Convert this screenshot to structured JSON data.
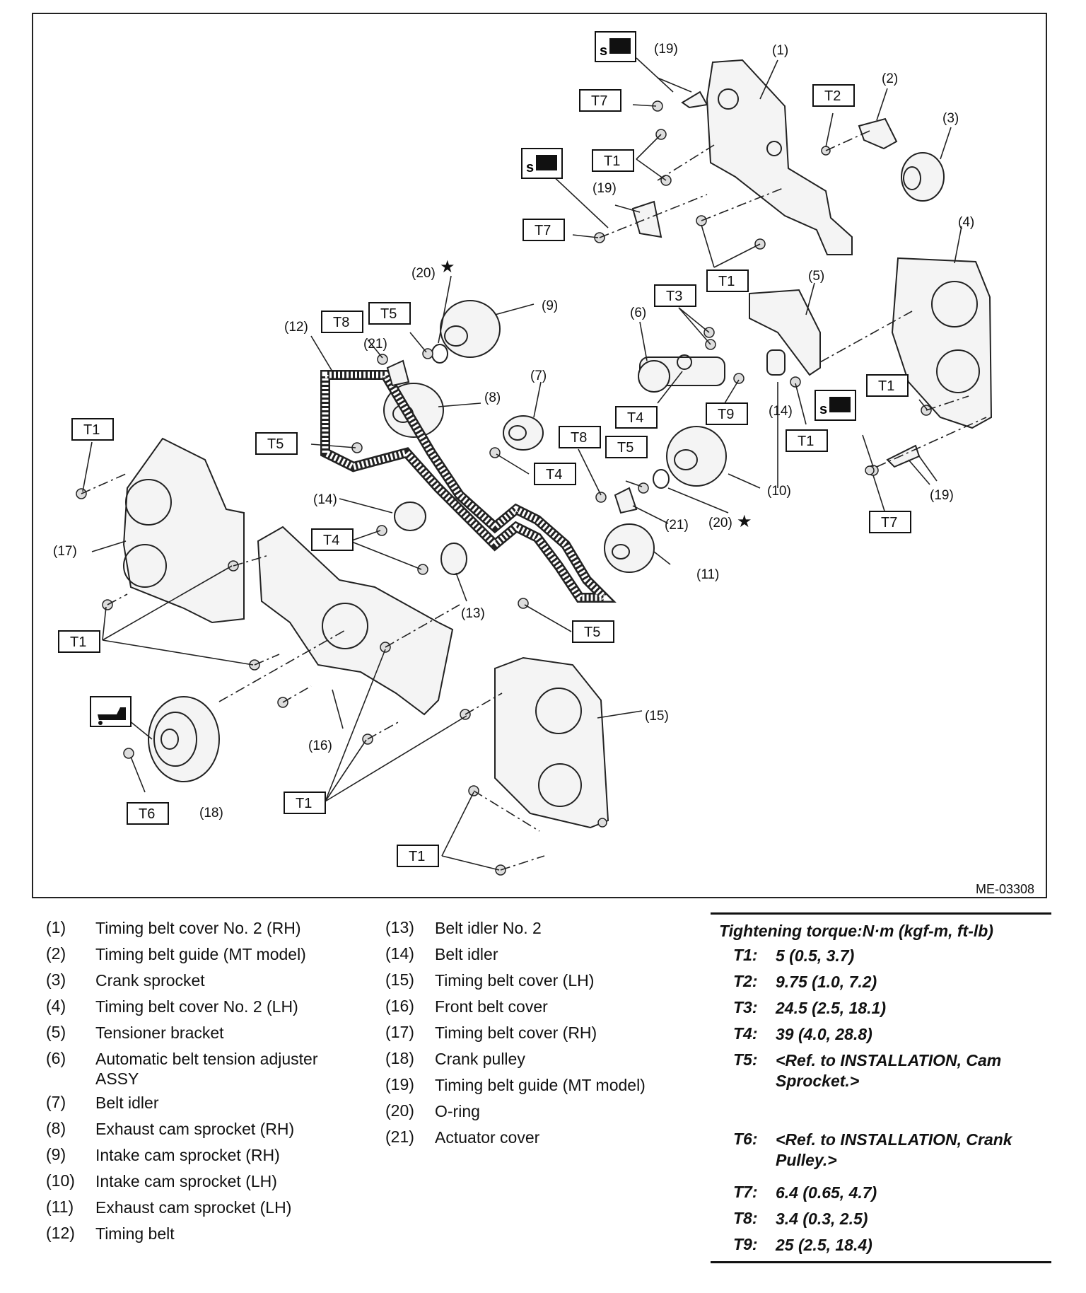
{
  "diagram": {
    "code": "ME-03308",
    "torque_tags": {
      "t1": "T1",
      "t2": "T2",
      "t3": "T3",
      "t4": "T4",
      "t5": "T5",
      "t6": "T6",
      "t7": "T7",
      "t8": "T8",
      "t9": "T9"
    },
    "callouts": {
      "c1": "(1)",
      "c2": "(2)",
      "c3": "(3)",
      "c4": "(4)",
      "c5": "(5)",
      "c6": "(6)",
      "c7": "(7)",
      "c8": "(8)",
      "c9": "(9)",
      "c10": "(10)",
      "c11": "(11)",
      "c12": "(12)",
      "c13": "(13)",
      "c14": "(14)",
      "c15": "(15)",
      "c16": "(16)",
      "c17": "(17)",
      "c18": "(18)",
      "c19": "(19)",
      "c20": "(20)",
      "c21": "(21)"
    },
    "star": "★"
  },
  "legend": [
    {
      "n": "(1)",
      "t": "Timing belt cover No. 2 (RH)"
    },
    {
      "n": "(2)",
      "t": "Timing belt guide (MT model)"
    },
    {
      "n": "(3)",
      "t": "Crank sprocket"
    },
    {
      "n": "(4)",
      "t": "Timing belt cover No. 2 (LH)"
    },
    {
      "n": "(5)",
      "t": "Tensioner bracket"
    },
    {
      "n": "(6)",
      "t": "Automatic belt tension adjuster ASSY"
    },
    {
      "n": "(7)",
      "t": "Belt idler"
    },
    {
      "n": "(8)",
      "t": "Exhaust cam sprocket (RH)"
    },
    {
      "n": "(9)",
      "t": "Intake cam sprocket (RH)"
    },
    {
      "n": "(10)",
      "t": "Intake cam sprocket (LH)"
    },
    {
      "n": "(11)",
      "t": "Exhaust cam sprocket (LH)"
    },
    {
      "n": "(12)",
      "t": "Timing belt"
    },
    {
      "n": "(13)",
      "t": "Belt idler No. 2"
    },
    {
      "n": "(14)",
      "t": "Belt idler"
    },
    {
      "n": "(15)",
      "t": "Timing belt cover (LH)"
    },
    {
      "n": "(16)",
      "t": "Front belt cover"
    },
    {
      "n": "(17)",
      "t": "Timing belt cover (RH)"
    },
    {
      "n": "(18)",
      "t": "Crank pulley"
    },
    {
      "n": "(19)",
      "t": "Timing belt guide (MT model)"
    },
    {
      "n": "(20)",
      "t": "O-ring"
    },
    {
      "n": "(21)",
      "t": "Actuator cover"
    }
  ],
  "torque": {
    "heading": "Tightening torque:N·m (kgf-m, ft-lb)",
    "rows": [
      {
        "k": "T1:",
        "v": "5 (0.5, 3.7)"
      },
      {
        "k": "T2:",
        "v": "9.75 (1.0, 7.2)"
      },
      {
        "k": "T3:",
        "v": "24.5 (2.5, 18.1)"
      },
      {
        "k": "T4:",
        "v": "39 (4.0, 28.8)"
      },
      {
        "k": "T5:",
        "v": "<Ref. to INSTALLATION, Cam Sprocket.>"
      },
      {
        "k": "T6:",
        "v": "<Ref. to INSTALLATION, Crank Pulley.>"
      },
      {
        "k": "T7:",
        "v": "6.4 (0.65, 4.7)"
      },
      {
        "k": "T8:",
        "v": "3.4 (0.3, 2.5)"
      },
      {
        "k": "T9:",
        "v": "25 (2.5, 18.4)"
      }
    ]
  }
}
